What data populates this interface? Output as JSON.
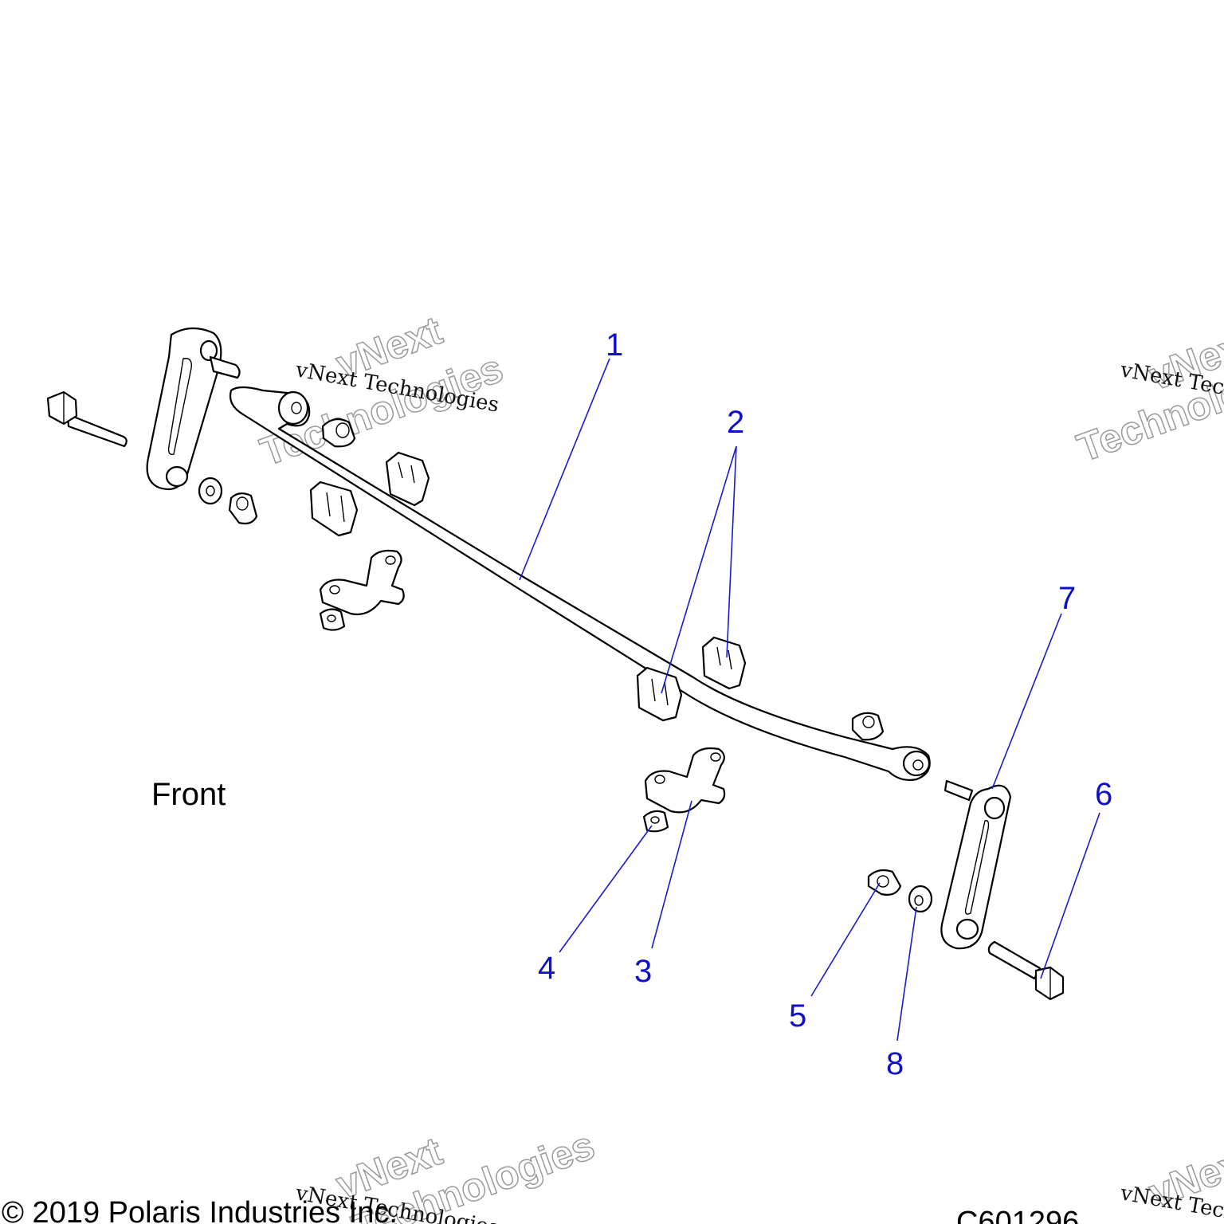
{
  "orientation_label": "Front",
  "copyright": "© 2019 Polaris Industries Inc.",
  "figure_code": "C601296",
  "watermark": {
    "name_line": "vNext Technologies",
    "outline_word_1": "vNext",
    "outline_word_2": "Technologies"
  },
  "callouts": [
    "1",
    "2",
    "3",
    "4",
    "5",
    "6",
    "7",
    "8"
  ],
  "colors": {
    "callout": "#1010c8",
    "line_art": "#000000",
    "watermark_outline": "#9a9a9a"
  }
}
